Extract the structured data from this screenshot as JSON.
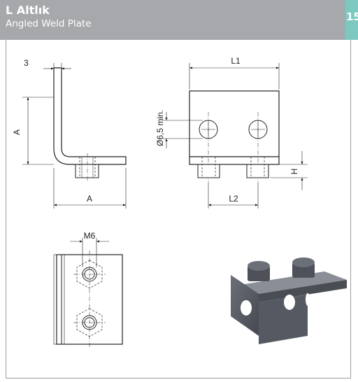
{
  "header": {
    "title": "L Altlık",
    "subtitle": "Angled Weld Plate",
    "page_number": "15"
  },
  "dimensions": {
    "thickness": "3",
    "a_vertical": "A",
    "a_horizontal": "A",
    "l1": "L1",
    "hole": "Ø6,5 min.",
    "l2": "L2",
    "h": "H",
    "m6": "M6"
  },
  "colors": {
    "header_bg": "#a6a8ab",
    "tab_bg": "#7ec8c2",
    "part_color": "#5a5e66"
  }
}
